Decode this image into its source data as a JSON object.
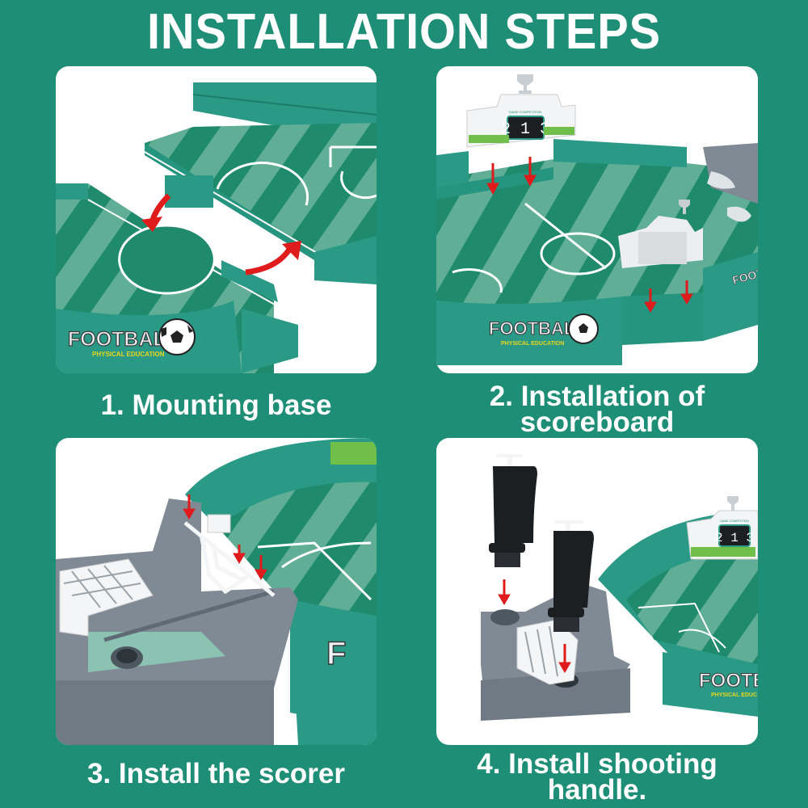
{
  "header": {
    "title": "INSTALLATION STEPS"
  },
  "colors": {
    "background": "#1e8f76",
    "panel": "#ffffff",
    "field_dark": "#1f8a6c",
    "field_light": "#5fae95",
    "wall": "#2a9a86",
    "arrow": "#e01b1b",
    "plastic_gray": "#7f8a94",
    "handle_black": "#1c1f22"
  },
  "steps": [
    {
      "number": "1",
      "caption": "1. Mounting base",
      "illustration": "Two halves of the football field base being joined, with curved red arrows",
      "logo": {
        "title": "FOOTBALL",
        "subtitle": "PHYSICAL EDUCATION"
      }
    },
    {
      "number": "2",
      "caption_line1": "2. Installation of",
      "caption_line2": "scoreboard",
      "illustration": "Scoreboards being lowered onto the field walls, red downward arrows",
      "scoreboard": {
        "label": "GAME COMPETITION",
        "score": "2 1 3"
      },
      "logo": {
        "title": "FOOTBALL",
        "subtitle": "PHYSICAL EDUCATION"
      }
    },
    {
      "number": "3",
      "caption": "3. Install the scorer",
      "illustration": "White goal frame and scorer piece inserted into gray goal base, red arrows",
      "logo": {
        "title": "F"
      }
    },
    {
      "number": "4",
      "caption_line1": "4. Install shooting",
      "caption_line2": "handle.",
      "illustration": "Black shooting handles inserted into sockets on gray goal base, red arrows",
      "scoreboard": {
        "label": "GAME COMPETITION",
        "score": "2 1 3"
      },
      "logo": {
        "title": "FOOTB",
        "subtitle": "PHYSICAL EDUC"
      }
    }
  ]
}
